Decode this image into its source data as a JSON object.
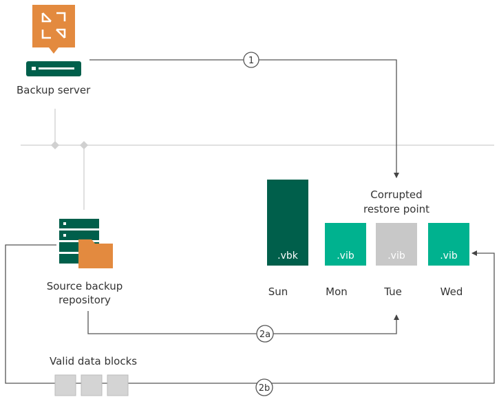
{
  "nodes": {
    "backup_server": {
      "label": "Backup server"
    },
    "source_repository": {
      "label": "Source backup\nrepository"
    }
  },
  "restore_points": [
    {
      "file": ".vbk",
      "day": "Sun",
      "color": "#005f4b"
    },
    {
      "file": ".vib",
      "day": "Mon",
      "color": "#00b28f"
    },
    {
      "file": ".vib",
      "day": "Tue",
      "color": "#c8c8c8"
    },
    {
      "file": ".vib",
      "day": "Wed",
      "color": "#00b28f"
    }
  ],
  "annotations": {
    "corrupted": "Corrupted\nrestore point",
    "valid_blocks": "Valid data blocks"
  },
  "steps": {
    "step1": "1",
    "step2a": "2a",
    "step2b": "2b"
  },
  "colors": {
    "orange": "#e38a3f",
    "dark_green": "#005f4b",
    "green": "#00b28f",
    "gray_block": "#d4d4d4",
    "line": "#555555"
  }
}
